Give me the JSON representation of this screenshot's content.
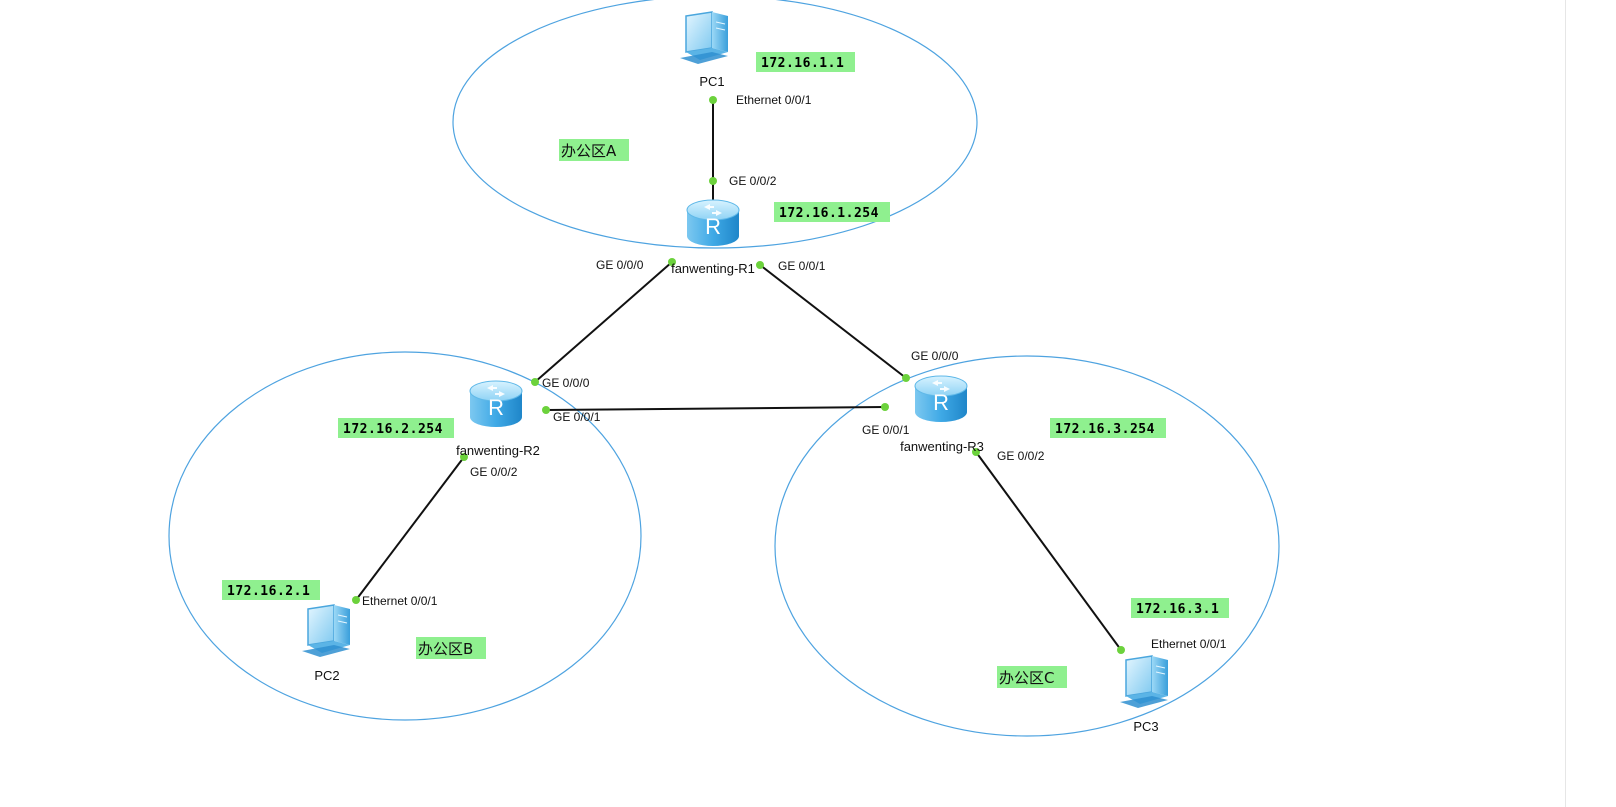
{
  "colors": {
    "ellipse": "#4ea3e0",
    "link": "#111111",
    "port_dot": "#6cd23c",
    "label_bg": "#8ff08f",
    "router_top": "#bfe9ff",
    "router_body": "#3fa9e6"
  },
  "zones": [
    {
      "id": "zone-a",
      "label": "办公区A"
    },
    {
      "id": "zone-b",
      "label": "办公区B"
    },
    {
      "id": "zone-c",
      "label": "办公区C"
    }
  ],
  "devices": {
    "pc1": {
      "name": "PC1",
      "ip": "172.16.1.1",
      "port": "Ethernet 0/0/1",
      "icon": "pc-icon"
    },
    "pc2": {
      "name": "PC2",
      "ip": "172.16.2.1",
      "port": "Ethernet 0/0/1",
      "icon": "pc-icon"
    },
    "pc3": {
      "name": "PC3",
      "ip": "172.16.3.1",
      "port": "Ethernet 0/0/1",
      "icon": "pc-icon"
    },
    "r1": {
      "name": "fanwenting-R1",
      "ip": "172.16.1.254",
      "ports": [
        "GE 0/0/2",
        "GE 0/0/0",
        "GE 0/0/1"
      ],
      "icon": "router-icon"
    },
    "r2": {
      "name": "fanwenting-R2",
      "ip": "172.16.2.254",
      "ports": [
        "GE 0/0/0",
        "GE 0/0/1",
        "GE 0/0/2"
      ],
      "icon": "router-icon"
    },
    "r3": {
      "name": "fanwenting-R3",
      "ip": "172.16.3.254",
      "ports": [
        "GE 0/0/0",
        "GE 0/0/1",
        "GE 0/0/2"
      ],
      "icon": "router-icon"
    }
  }
}
